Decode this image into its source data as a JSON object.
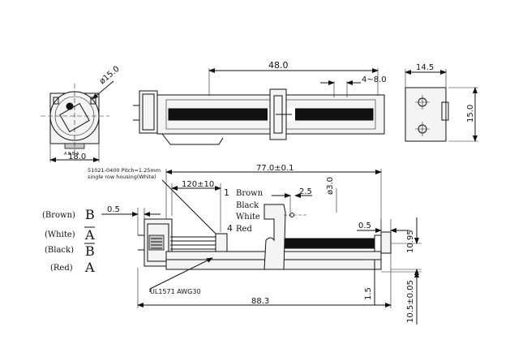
{
  "top_view": {
    "dim_diameter": "ø15.0",
    "dim_width": "18.0",
    "terminal_labels": "A B B A"
  },
  "side_view": {
    "dim_stroke": "48.0",
    "dim_slider": "4~8.0"
  },
  "end_view": {
    "dim_width": "14.5",
    "dim_height": "15.0"
  },
  "front_view": {
    "connector_note_line1": "51021-0400 Pitch=1.25mm",
    "connector_note_line2": "single row housing(White)",
    "dim_total_length": "77.0±0.1",
    "dim_lead_length": "120±10",
    "dim_hole": "ø3.0",
    "dim_hole_offset": "2.5",
    "dim_left_gap": "0.5",
    "dim_right_gap": "0.5",
    "dim_shaft_height": "10.95",
    "dim_base_height": "10.5±0.05",
    "dim_base_thickness": "1.5",
    "dim_overall_length": "88.3",
    "wire_spec": "UL1571  AWG30",
    "wire_index_1": "1",
    "wire_index_4": "4",
    "wire_colors": [
      "Brown",
      "Black",
      "White",
      "Red"
    ]
  },
  "pin_legend": [
    {
      "color": "(Brown)",
      "phase": "B",
      "overline": false
    },
    {
      "color": "(White)",
      "phase": "A",
      "overline": true
    },
    {
      "color": "(Black)",
      "phase": "B",
      "overline": true
    },
    {
      "color": "(Red)",
      "phase": "A",
      "overline": false
    }
  ]
}
